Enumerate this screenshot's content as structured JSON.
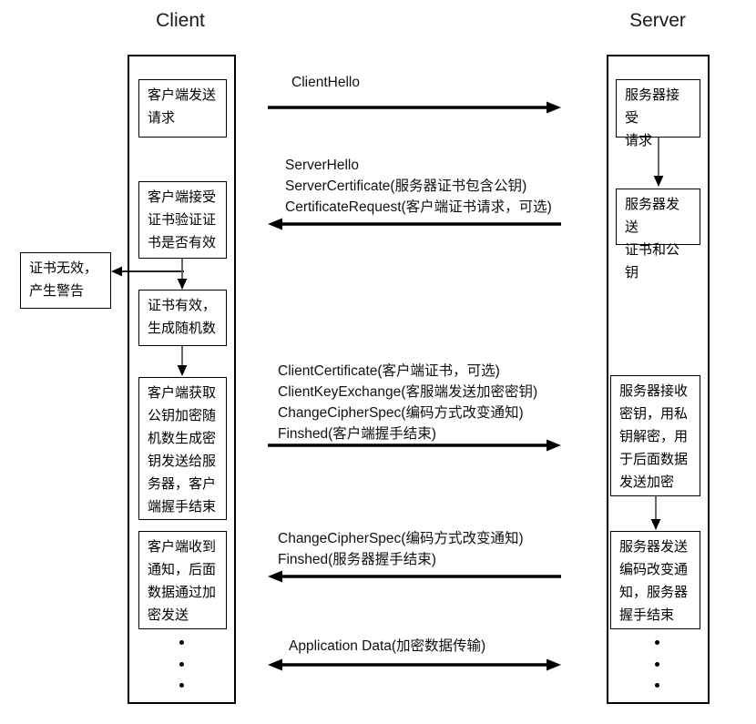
{
  "diagram": {
    "title_client": "Client",
    "title_server": "Server",
    "accent_line_color": "#000000",
    "box_border_color": "#000000",
    "background_color": "#ffffff"
  },
  "client": {
    "boxes": [
      {
        "id": "client-send-request",
        "text": "客户端发送\n请求"
      },
      {
        "id": "client-verify-cert",
        "text": "客户端接受\n证书验证证\n书是否有效"
      },
      {
        "id": "client-cert-valid",
        "text": "证书有效，\n生成随机数"
      },
      {
        "id": "client-key-exchange",
        "text": "客户端获取\n公钥加密随\n机数生成密\n钥发送给服\n务器，客户\n端握手结束"
      },
      {
        "id": "client-received-notice",
        "text": "客户端收到\n通知，后面\n数据通过加\n密发送"
      }
    ],
    "dots": [
      "•",
      "•",
      "•"
    ]
  },
  "aside": {
    "cert_invalid": {
      "id": "cert-invalid-warning",
      "text": "证书无效，\n产生警告"
    }
  },
  "server": {
    "boxes": [
      {
        "id": "server-accept-request",
        "text": "服务器接受\n请求"
      },
      {
        "id": "server-send-cert",
        "text": "服务器发送\n证书和公钥"
      },
      {
        "id": "server-receive-key",
        "text": "服务器接收\n密钥，用私\n钥解密，用\n于后面数据\n发送加密"
      },
      {
        "id": "server-send-changecipher",
        "text": "服务器发送\n编码改变通\n知，服务器\n握手结束"
      }
    ],
    "dots": [
      "•",
      "•",
      "•"
    ]
  },
  "messages": [
    {
      "id": "msg-client-hello",
      "direction": "right",
      "label": "ClientHello"
    },
    {
      "id": "msg-server-hello",
      "direction": "left",
      "label": "ServerHello\nServerCertificate(服务器证书包含公钥)\nCertificateRequest(客户端证书请求，可选)"
    },
    {
      "id": "msg-client-key-exchange",
      "direction": "right",
      "label": "ClientCertificate(客户端证书，可选)\nClientKeyExchange(客服端发送加密密钥)\nChangeCipherSpec(编码方式改变通知)\nFinshed(客户端握手结束)"
    },
    {
      "id": "msg-server-changecipher",
      "direction": "left",
      "label": "ChangeCipherSpec(编码方式改变通知)\nFinshed(服务器握手结束)"
    },
    {
      "id": "msg-application-data",
      "direction": "both",
      "label": "Application Data(加密数据传输)"
    }
  ]
}
